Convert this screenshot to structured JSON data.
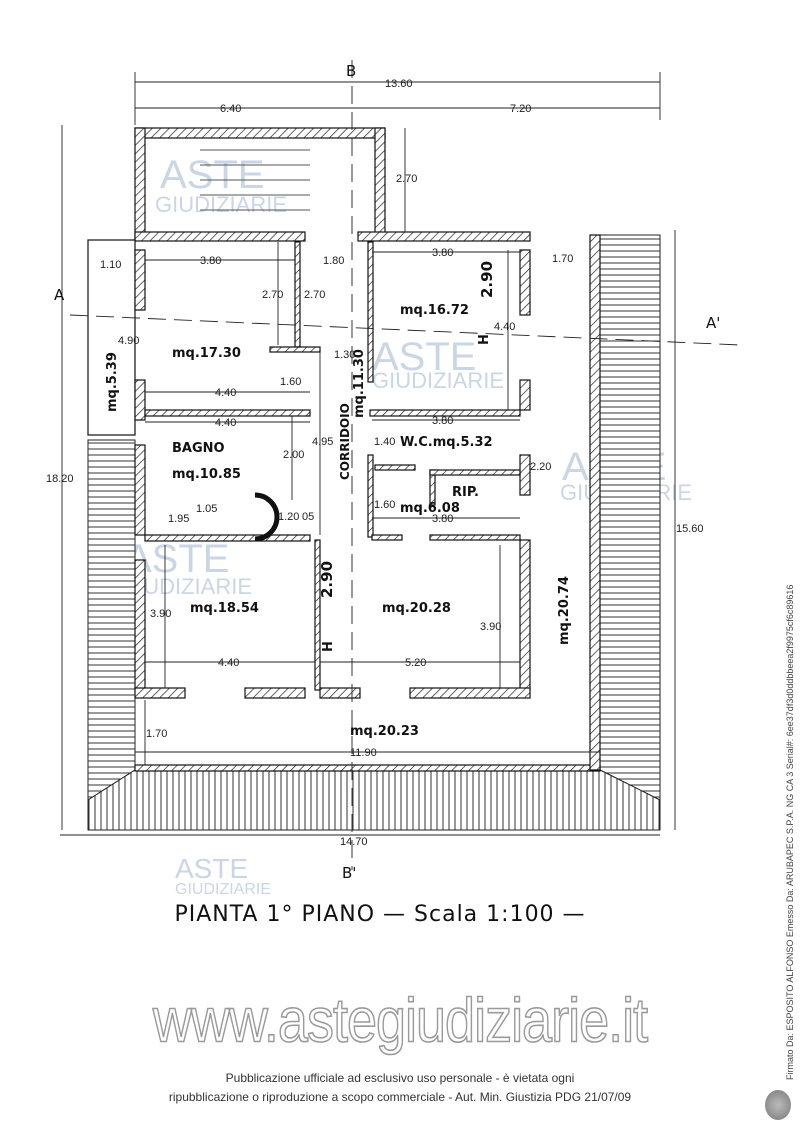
{
  "dimensions": {
    "total_width": "13.60",
    "top_left": "6.40",
    "top_right": "7.20",
    "stair_depth": "2.70",
    "r1_width": "3.80",
    "corr_top": "1.80",
    "r2_width": "3.80",
    "left_strip": "1.10",
    "right_strip": "1.70",
    "r1_h1": "2.70",
    "r1_h2": "2.70",
    "r1_h_left": "4.90",
    "hall_w": "1.30",
    "r2_h": "4.40",
    "r1_bottom": "4.40",
    "closet_h": "1.60",
    "bagno_w": "4.40",
    "bagno_h": "2.00",
    "corr_h": "4.95",
    "wc_w": "3.80",
    "wc_h": "1.40",
    "rip_h": "1.60",
    "rip_w": "3.80",
    "right_h": "2.20",
    "shower_a": "1.95",
    "shower_b": "1.05",
    "shower_c": "1.20",
    "shower_d": "05",
    "r3_h": "3.90",
    "r4_h": "3.90",
    "r3_w": "4.40",
    "r4_w": "5.20",
    "h_left": "2.90",
    "h_right": "2.90",
    "balcony_h": "1.70",
    "balcony_w": "11.90",
    "total_height": "18.20",
    "right_height": "15.60",
    "bottom_width": "14.70"
  },
  "rooms": {
    "r1": "mq.17.30",
    "r2": "mq.16.72",
    "left": "mq.5.39",
    "corridor_label": "CORRIDOIO",
    "corridor": "mq.11.30",
    "bagno_label": "BAGNO",
    "bagno": "mq.10.85",
    "wc": "W.C.mq.5.32",
    "rip_label": "RIP.",
    "rip": "mq.6.08",
    "r3": "mq.18.54",
    "r4": "mq.20.28",
    "right": "mq.20.74",
    "balcony": "mq.20.23",
    "h_label": "H",
    "eq": "="
  },
  "sections": {
    "b_top": "B",
    "b_bottom": "B'",
    "a_left": "A",
    "a_right": "A'"
  },
  "watermark": {
    "aste": "ASTE",
    "giudiziarie": "GIUDIZIARIE",
    "site": "www.astegiudiziarie.it"
  },
  "title": "PIANTA 1° PIANO — Scala 1:100 —",
  "footer": {
    "line1": "Pubblicazione ufficiale ad esclusivo uso personale - è vietata ogni",
    "line2": "ripubblicazione o riproduzione a scopo commerciale - Aut. Min. Giustizia PDG 21/07/09"
  },
  "signature": "Firmato Da: ESPOSITO ALFONSO Emesso Da: ARUBAPEC S.P.A. NG CA 3 Serial#: 6ee37df3d0ddbbeea2f9975cf6c89616"
}
